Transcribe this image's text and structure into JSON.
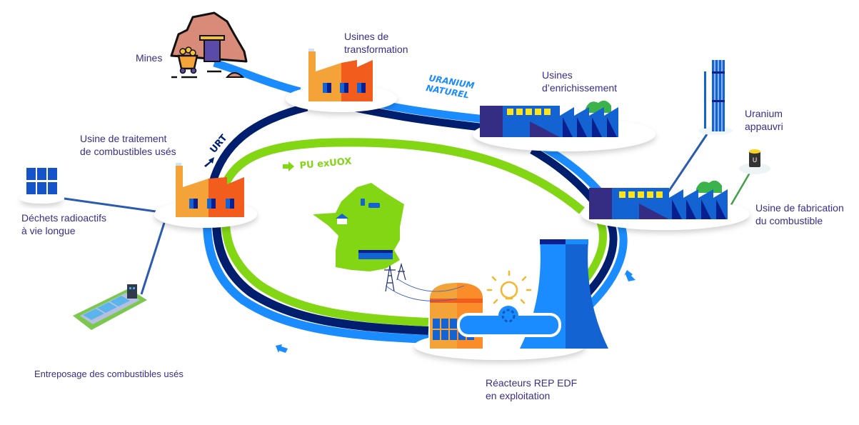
{
  "title": "Cycle du combustible nucléaire",
  "colors": {
    "light_blue": "#1a8cff",
    "dark_blue": "#001e6e",
    "green": "#82d614",
    "label_purple": "#3a2d8c",
    "factory_orange": "#f4a338",
    "factory_red": "#f25c1c",
    "plant_blue": "#1463d2",
    "plant_purple": "#352c84",
    "window_yellow": "#ffe41a"
  },
  "nodes": {
    "mines": {
      "label_lines": [
        "Mines"
      ]
    },
    "transformation": {
      "label_lines": [
        "Usines de",
        "transformation"
      ]
    },
    "enrichment": {
      "label_lines": [
        "Usines",
        "d’enrichissement"
      ]
    },
    "depleted_uranium": {
      "label_lines": [
        "Uranium",
        "appauvri"
      ],
      "icon_letter": "U"
    },
    "fuel_fabrication": {
      "label_lines": [
        "Usine de fabrication",
        "du combustible"
      ]
    },
    "reprocessing": {
      "label_lines": [
        "Usine de traitement",
        "de combustibles usés"
      ]
    },
    "long_lived_waste": {
      "label_lines": [
        "Déchets radioactifs",
        "à vie longue"
      ]
    },
    "spent_fuel_storage": {
      "label_lines": [
        "Entreposage des combustibles usés"
      ]
    },
    "reactors": {
      "label_lines": [
        "Réacteurs REP EDF",
        "en exploitation"
      ]
    }
  },
  "flows": {
    "natural_uranium": {
      "label_lines": [
        "URANIUM",
        "NATUREL"
      ]
    },
    "urt": {
      "label": "URT"
    },
    "pu": {
      "label": "PU exUOX"
    }
  }
}
